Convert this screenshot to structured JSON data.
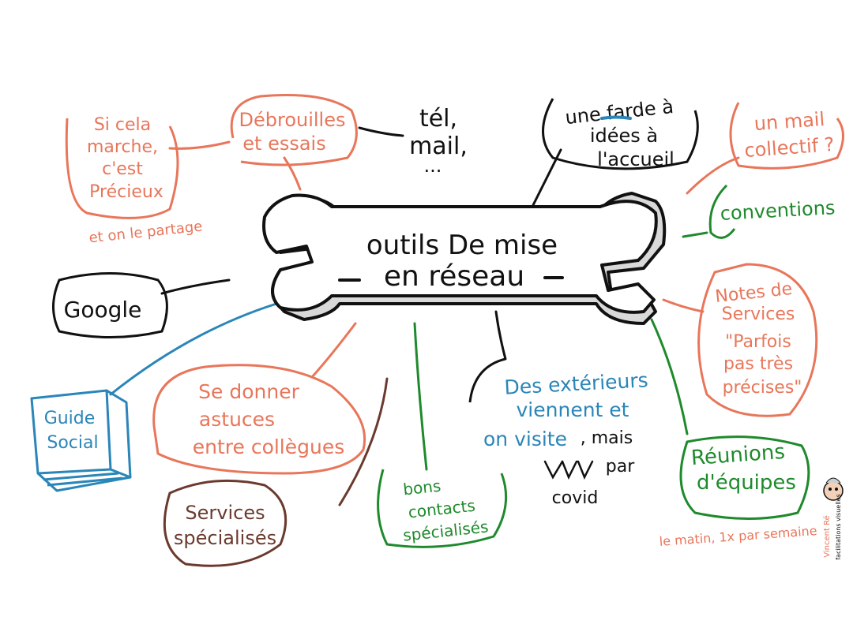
{
  "colors": {
    "black": "#111111",
    "orange": "#e8765a",
    "green": "#1f8a2c",
    "blue": "#2a86b8",
    "brown": "#6b3a2e"
  },
  "center": {
    "line1": "outils De mise",
    "line2": "en réseau",
    "icon": "wrench-icon"
  },
  "nodes": {
    "debrouilles": {
      "line1": "Débrouilles",
      "line2": "et essais"
    },
    "si_cela": {
      "line1": "Si cela",
      "line2": "marche,",
      "line3": "c'est",
      "line4": "Précieux"
    },
    "partage": "et on le partage",
    "tel": {
      "line1": "tél,",
      "line2": "mail,",
      "line3": "..."
    },
    "farde": {
      "line1": "une farde à",
      "line2": "idées à",
      "line3": "l'accueil"
    },
    "mail_collectif": {
      "line1": "un mail",
      "line2": "collectif ?"
    },
    "conventions": "conventions",
    "notes": {
      "line1": "Notes de",
      "line2": "Services",
      "line3": "\"Parfois",
      "line4": "pas très",
      "line5": "précises\""
    },
    "reunions": {
      "line1": "Réunions",
      "line2": "d'équipes"
    },
    "matin": "le matin, 1x par semaine",
    "exterieurs": {
      "line1": "Des extérieurs",
      "line2": "viennent et",
      "line3": "on visite"
    },
    "mais": {
      "line1": ", mais",
      "line2": "par",
      "line3": "covid"
    },
    "bons": {
      "line1": "bons",
      "line2": "contacts",
      "line3": "spécialisés"
    },
    "services_spec": {
      "line1": "Services",
      "line2": "spécialisés"
    },
    "astuces": {
      "line1": "Se donner",
      "line2": "astuces",
      "line3": "entre collègues"
    },
    "google": "Google",
    "guide": {
      "line1": "Guide",
      "line2": "Social"
    }
  },
  "signature": {
    "name": "Vincent Ré",
    "sub": "facilitations visuelles"
  }
}
